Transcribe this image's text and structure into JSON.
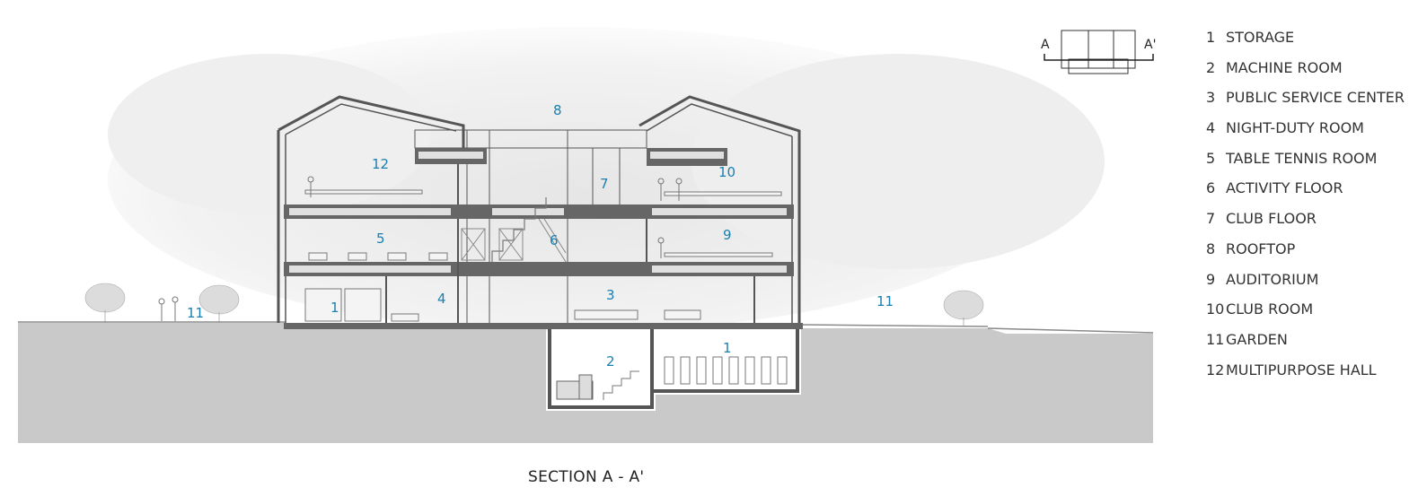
{
  "caption": "SECTION A - A'",
  "keyplan": {
    "left_label": "A",
    "right_label": "A'"
  },
  "room_labels": {
    "rooftop": "8",
    "multipurpose_hall": "12",
    "club_floor": "7",
    "club_room": "10",
    "table_tennis": "5",
    "activity_floor": "6",
    "auditorium": "9",
    "storage_ground": "1",
    "night_duty": "4",
    "public_service": "3",
    "machine_room": "2",
    "storage_basement": "1",
    "garden_left": "11",
    "garden_right": "11"
  },
  "legend": [
    {
      "num": "1",
      "label": "STORAGE"
    },
    {
      "num": "2",
      "label": "MACHINE ROOM"
    },
    {
      "num": "3",
      "label": "PUBLIC SERVICE CENTER"
    },
    {
      "num": "4",
      "label": "NIGHT-DUTY ROOM"
    },
    {
      "num": "5",
      "label": "TABLE TENNIS ROOM"
    },
    {
      "num": "6",
      "label": "ACTIVITY FLOOR"
    },
    {
      "num": "7",
      "label": "CLUB FLOOR"
    },
    {
      "num": "8",
      "label": "ROOFTOP"
    },
    {
      "num": "9",
      "label": "AUDITORIUM"
    },
    {
      "num": "10",
      "label": "CLUB ROOM"
    },
    {
      "num": "11",
      "label": "GARDEN"
    },
    {
      "num": "12",
      "label": "MULTIPURPOSE HALL"
    }
  ],
  "colors": {
    "label": "#1a7fb0",
    "ground": "#c9c9c9",
    "wall": "#555555",
    "sky": "#ececec"
  }
}
